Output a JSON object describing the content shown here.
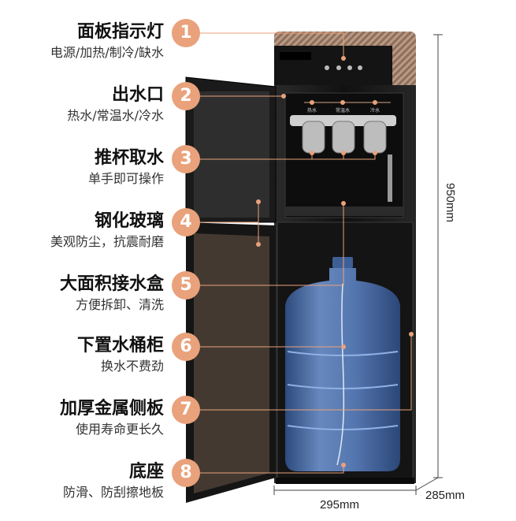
{
  "features": [
    {
      "num": "1",
      "title": "面板指示灯",
      "sub": "电源/加热/制冷/缺水"
    },
    {
      "num": "2",
      "title": "出水口",
      "sub": "热水/常温水/冷水"
    },
    {
      "num": "3",
      "title": "推杯取水",
      "sub": "单手即可操作"
    },
    {
      "num": "4",
      "title": "钢化玻璃",
      "sub": "美观防尘，抗震耐磨"
    },
    {
      "num": "5",
      "title": "大面积接水盒",
      "sub": "方便拆卸、清洗"
    },
    {
      "num": "6",
      "title": "下置水桶柜",
      "sub": "换水不费劲"
    },
    {
      "num": "7",
      "title": "加厚金属侧板",
      "sub": "使用寿命更长久"
    },
    {
      "num": "8",
      "title": "底座",
      "sub": "防滑、防刮擦地板"
    }
  ],
  "outlets": [
    "热水",
    "常温水",
    "冷水"
  ],
  "dimensions": {
    "height": "950mm",
    "width": "295mm",
    "depth": "285mm"
  },
  "colors": {
    "accent": "#e9a27b",
    "body": "#1c1c1c",
    "bottle": "#4c6fa8"
  }
}
